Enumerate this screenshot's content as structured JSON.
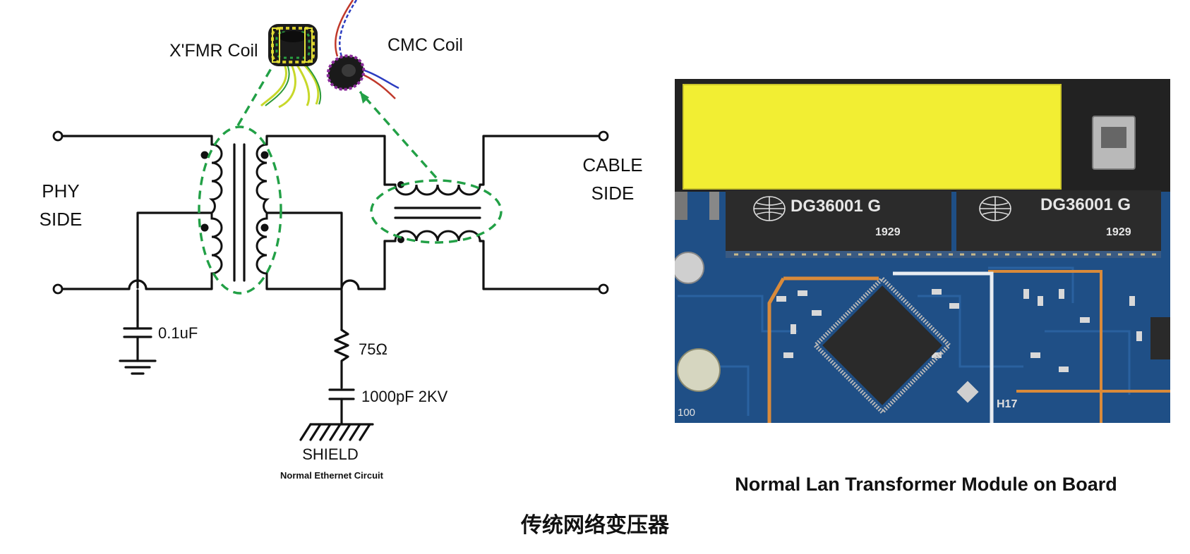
{
  "diagram": {
    "xfmr_coil_label": "X'FMR Coil",
    "cmc_coil_label": "CMC Coil",
    "phy_side_line1": "PHY",
    "phy_side_line2": "SIDE",
    "cable_side_line1": "CABLE",
    "cable_side_line2": "SIDE",
    "cap_label": "0.1uF",
    "resistor_label": "75Ω",
    "hv_cap_label": "1000pF 2KV",
    "shield_label": "SHIELD",
    "circuit_caption": "Normal Ethernet Circuit"
  },
  "photo": {
    "module_left_text": "DG36001 G",
    "module_left_code": "1929",
    "module_right_text": "DG36001 G",
    "module_right_code": "1929",
    "board_mark_left": "100",
    "board_mark_right": "H17",
    "caption": "Normal Lan Transformer Module on Board"
  },
  "footer": {
    "title": "传统网络变压器"
  },
  "colors": {
    "callout_dash": "#22a046",
    "pcb_blue": "#1f4f86",
    "module_yellow": "#f2ee33"
  }
}
